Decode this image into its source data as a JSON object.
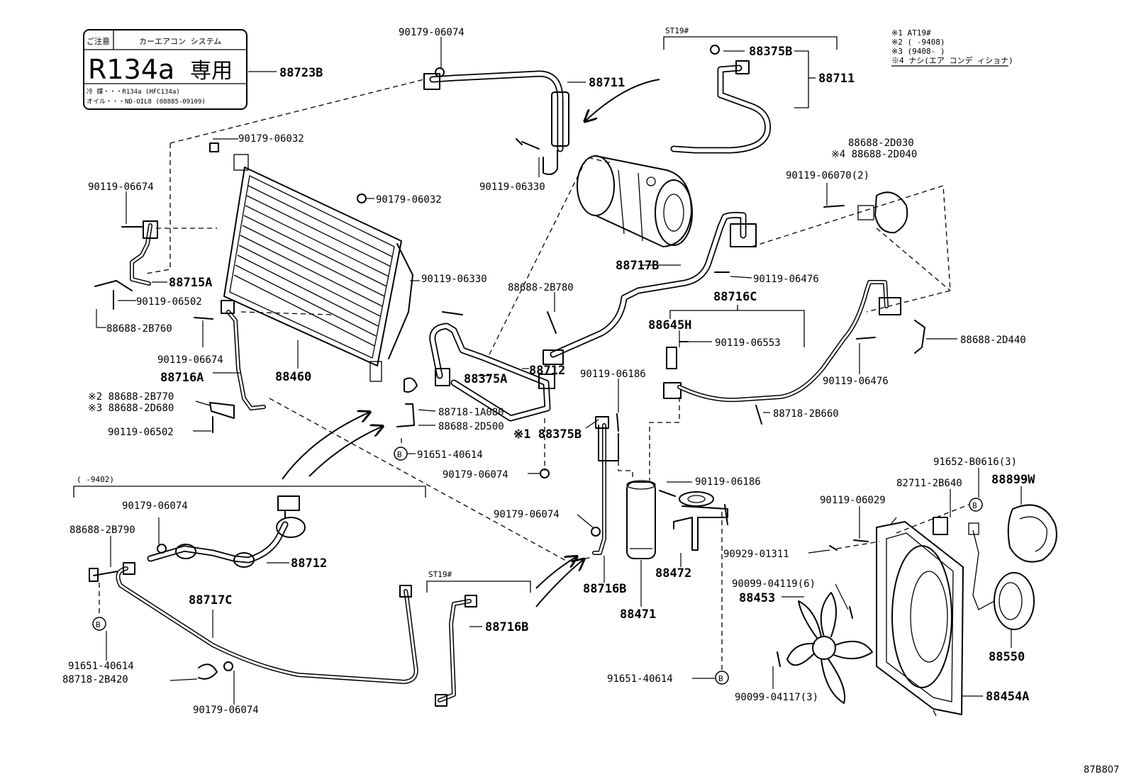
{
  "header_box": {
    "line1_left": "ご注意",
    "line1_right": "カーエアコン システム",
    "big_left": "R134a",
    "big_right": "専用",
    "small1": "冷 媒・・・R134a (HFC134a)",
    "small2": "オイル・・・ND-OIL8 (08885-09109)"
  },
  "notes": {
    "n1": "※1 AT19#",
    "n2": "※2 (     -9408)",
    "n3": "※3 (9408-     )",
    "n4": "※4 ナシ(エア コンデ ィショナ)"
  },
  "brackets": {
    "st19_top": "ST19#",
    "st19_bottom": "ST19#",
    "range_9402": "(   -9402)"
  },
  "b_mark": "B",
  "watermark": "87B807",
  "labels": {
    "p88723B": "88723B",
    "p90179_06074_a": "90179-06074",
    "p88711_a": "88711",
    "p88375B_a": "88375B",
    "p88711_b": "88711",
    "p90179_06032_a": "90179-06032",
    "p90179_06032_b": "90179-06032",
    "p90119_06330_a": "90119-06330",
    "p88688_2D030": "88688-2D030",
    "p88688_2D040": "※4 88688-2D040",
    "p90119_06070": "90119-06070(2)",
    "p90119_06674_a": "90119-06674",
    "p88717B": "88717B",
    "p90119_06476_a": "90119-06476",
    "p88715A": "88715A",
    "p90119_06330_b": "90119-06330",
    "p88688_2B780": "88688-2B780",
    "p88716C": "88716C",
    "p90119_06502_a": "90119-06502",
    "p88688_2B760": "88688-2B760",
    "p88645H": "88645H",
    "p90119_06553": "90119-06553",
    "p88688_2D440": "88688-2D440",
    "p90119_06674_b": "90119-06674",
    "p88460": "88460",
    "p88375A": "88375A",
    "p88712_a": "88712",
    "p88716A": "88716A",
    "p90119_06186_a": "90119-06186",
    "p90119_06476_b": "90119-06476",
    "p88688_2B770": "※2 88688-2B770",
    "p88688_2D680": "※3 88688-2D680",
    "p88718_1A080": "88718-1A080",
    "p88718_2B660": "88718-2B660",
    "p88688_2D500": "88688-2D500",
    "p88375B_b": "※1 88375B",
    "p90119_06502_b": "90119-06502",
    "p91651_40614_a": "91651-40614",
    "p91652_B0616": "91652-B0616(3)",
    "p90179_06074_b": "90179-06074",
    "p90119_06186_b": "90119-06186",
    "p82711_2B640": "82711-2B640",
    "p88899W": "88899W",
    "p90179_06074_c": "90179-06074",
    "p90119_06029": "90119-06029",
    "p88688_2B790": "88688-2B790",
    "p90179_06074_d": "90179-06074",
    "p90929_01311": "90929-01311",
    "p88712_b": "88712",
    "p88472": "88472",
    "p90099_04119": "90099-04119(6)",
    "p88453": "88453",
    "p88716B_a": "88716B",
    "p88717C": "88717C",
    "p88471": "88471",
    "p88716B_b": "88716B",
    "p88550": "88550",
    "p91651_40614_b": "91651-40614",
    "p88718_2B420": "88718-2B420",
    "p91651_40614_c": "91651-40614",
    "p90099_04117": "90099-04117(3)",
    "p88454A": "88454A",
    "p90179_06074_e": "90179-06074"
  }
}
